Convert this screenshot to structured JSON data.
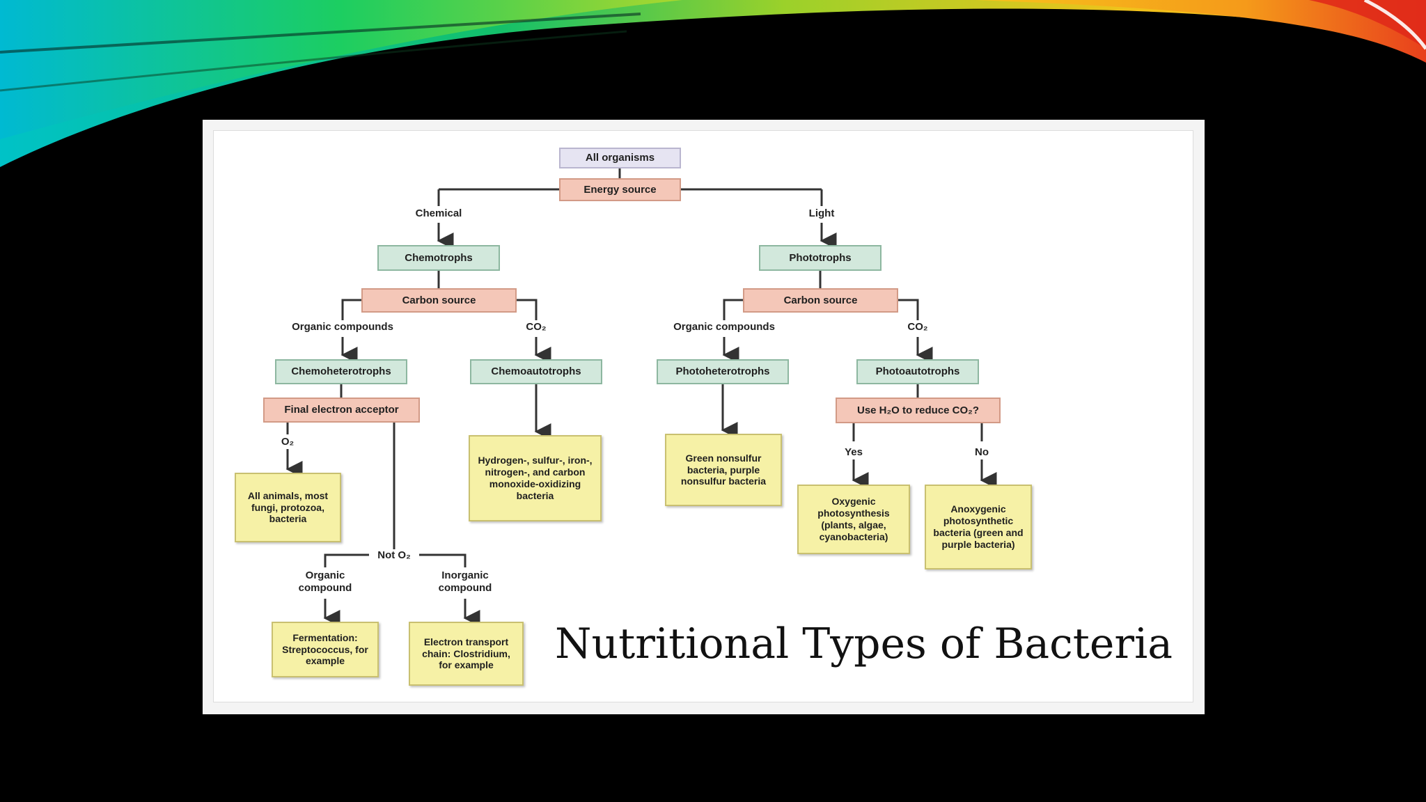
{
  "diagram": {
    "title": "Nutritional Types of Bacteria",
    "nodes": {
      "all_organisms": "All organisms",
      "energy_source": "Energy source",
      "chemotrophs": "Chemotrophs",
      "phototrophs": "Phototrophs",
      "carbon_source_chemo": "Carbon source",
      "carbon_source_photo": "Carbon source",
      "chemoheterotrophs": "Chemoheterotrophs",
      "chemoautotrophs": "Chemoautotrophs",
      "photoheterotrophs": "Photoheterotrophs",
      "photoautotrophs": "Photoautotrophs",
      "final_electron_acceptor": "Final electron acceptor",
      "use_h2o": "Use H₂O to reduce CO₂?",
      "all_animals": "All animals, most fungi, protozoa, bacteria",
      "hydrogen_oxidizing": "Hydrogen-, sulfur-, iron-, nitrogen-, and carbon monoxide-oxidizing bacteria",
      "green_nonsulfur": "Green nonsulfur bacteria, purple nonsulfur bacteria",
      "oxygenic": "Oxygenic photosynthesis (plants, algae, cyanobacteria)",
      "anoxygenic": "Anoxygenic photosynthetic bacteria (green and purple bacteria)",
      "fermentation": "Fermentation: Streptococcus, for example",
      "electron_transport": "Electron transport chain: Clostridium, for example"
    },
    "edge_labels": {
      "chemical": "Chemical",
      "light": "Light",
      "organic_compounds_chemo": "Organic compounds",
      "co2_chemo": "CO₂",
      "organic_compounds_photo": "Organic compounds",
      "co2_photo": "CO₂",
      "o2": "O₂",
      "not_o2": "Not O₂",
      "organic_compound": "Organic compound",
      "inorganic_compound": "Inorganic compound",
      "yes": "Yes",
      "no": "No"
    }
  },
  "colors": {
    "box_salmon": "#f4c7b8",
    "box_green": "#d2e8dc",
    "box_yellow": "#f6f1a6",
    "box_lavender": "#e6e4f2",
    "line": "#333333"
  }
}
